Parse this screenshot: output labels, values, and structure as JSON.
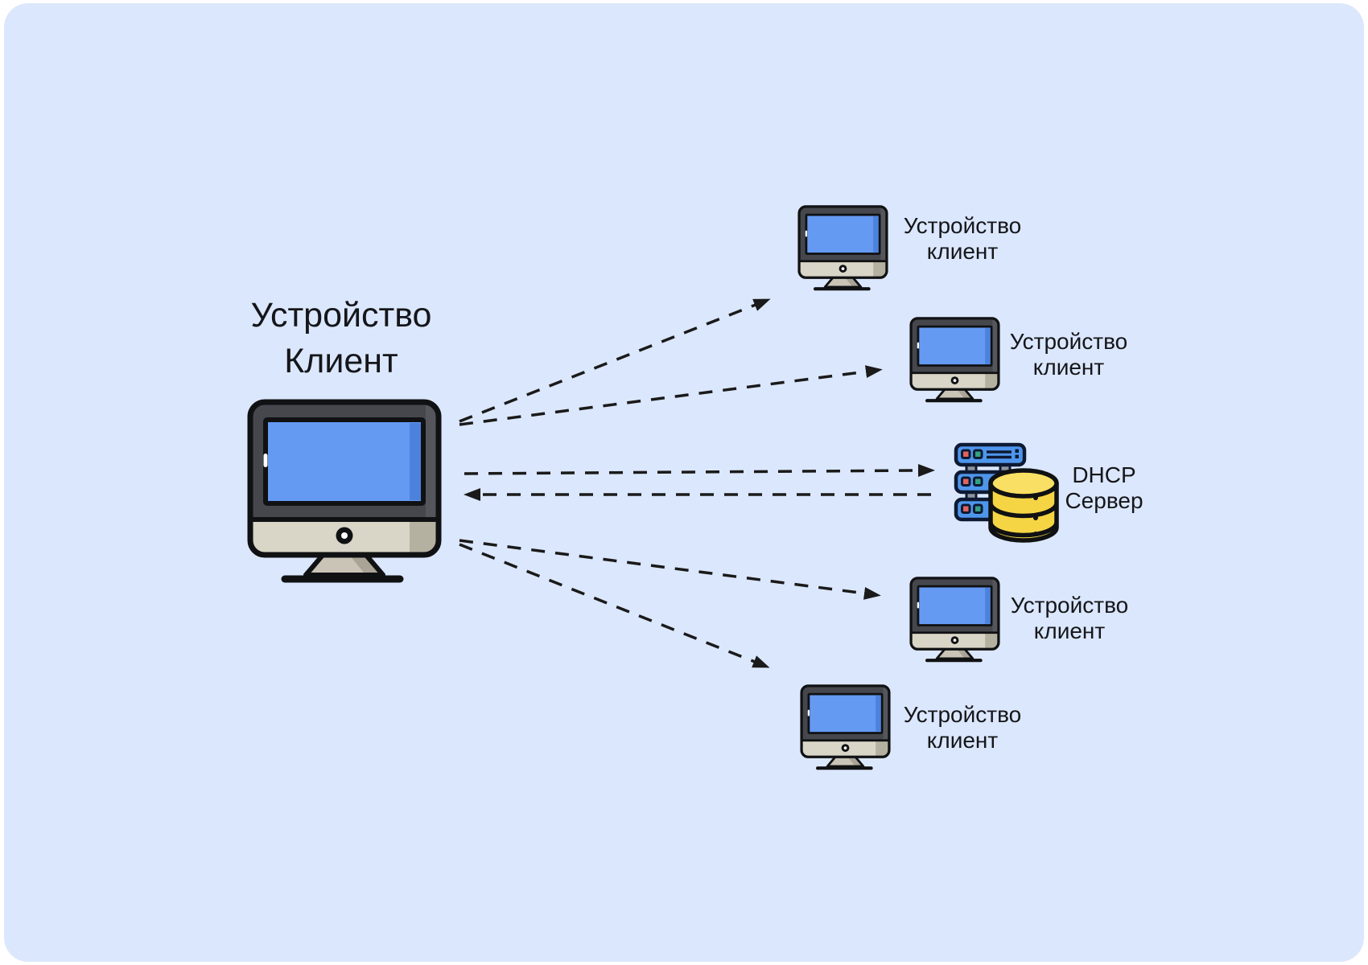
{
  "canvas": {
    "background_color": "#dbe7fc",
    "outside_color": "#ffffff"
  },
  "main_device": {
    "label_line1": "Устройство",
    "label_line2": "Клиент",
    "icon": "desktop-computer-icon"
  },
  "clients": [
    {
      "label_line1": "Устройство",
      "label_line2": "клиент",
      "icon": "desktop-computer-icon"
    },
    {
      "label_line1": "Устройство",
      "label_line2": "клиент",
      "icon": "desktop-computer-icon"
    },
    {
      "label_line1": "Устройство",
      "label_line2": "клиент",
      "icon": "desktop-computer-icon"
    },
    {
      "label_line1": "Устройство",
      "label_line2": "клиент",
      "icon": "desktop-computer-icon"
    }
  ],
  "dhcp_server": {
    "label_line1": "DHCP",
    "label_line2": "Сервер",
    "icon": "server-database-icon"
  },
  "connections": [
    {
      "from": "main-client",
      "to": "client-1",
      "style": "dashed-arrow",
      "direction": "outgoing"
    },
    {
      "from": "main-client",
      "to": "client-2",
      "style": "dashed-arrow",
      "direction": "outgoing"
    },
    {
      "from": "main-client",
      "to": "dhcp-server",
      "style": "dashed-arrow",
      "direction": "outgoing"
    },
    {
      "from": "dhcp-server",
      "to": "main-client",
      "style": "dashed-arrow",
      "direction": "incoming"
    },
    {
      "from": "main-client",
      "to": "client-3",
      "style": "dashed-arrow",
      "direction": "outgoing"
    },
    {
      "from": "main-client",
      "to": "client-4",
      "style": "dashed-arrow",
      "direction": "outgoing"
    }
  ],
  "colors": {
    "background": "#dbe7fc",
    "screen_blue": "#659af3",
    "screen_blue_shade": "#4c82dd",
    "monitor_frame": "#45474c",
    "monitor_chin": "#d9d5c7",
    "server_blue": "#4e96ec",
    "server_outline": "#0e1a33",
    "led_red": "#e2635d",
    "led_green": "#33a186",
    "database_yellow": "#f6d544",
    "database_yellow_top": "#f9df63",
    "arrow_black": "#1a1a1a",
    "text_color": "#15161a"
  }
}
